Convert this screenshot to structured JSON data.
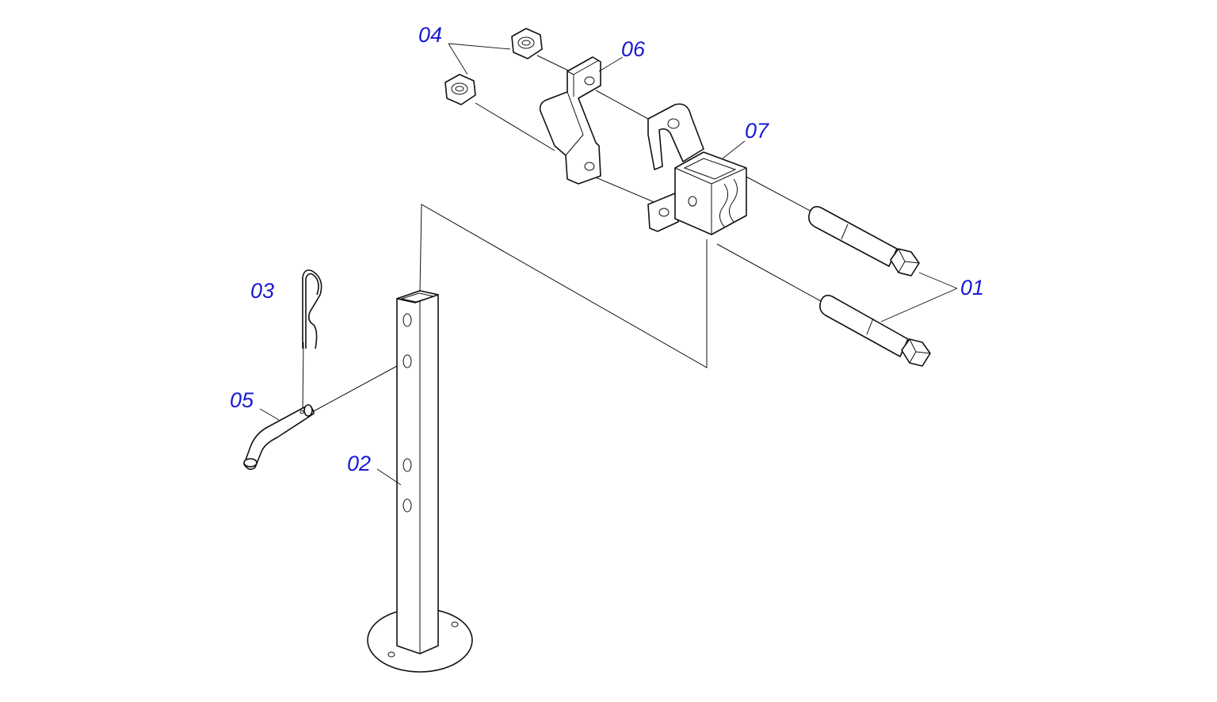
{
  "colors": {
    "callout": "#1a1ad2",
    "line": "#111111",
    "background": "#ffffff"
  },
  "callouts": {
    "c01": "01",
    "c02": "02",
    "c03": "03",
    "c04": "04",
    "c05": "05",
    "c06": "06",
    "c07": "07"
  }
}
